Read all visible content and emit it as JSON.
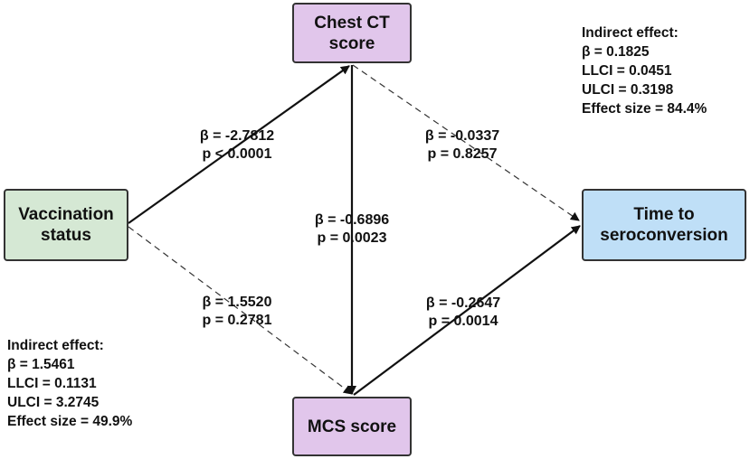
{
  "colors": {
    "vaccination_fill": "#d5e8d4",
    "chest_ct_fill": "#e1c6eb",
    "mcs_fill": "#e1c6eb",
    "time_fill": "#bfdff7",
    "border": "#333333",
    "solid_edge": "#111111",
    "dashed_edge": "#333333"
  },
  "nodes": {
    "vaccination": "Vaccination\nstatus",
    "chest_ct": "Chest CT\nscore",
    "mcs": "MCS score",
    "time": "Time to\nseroconversion"
  },
  "paths": {
    "vacc_to_ct": {
      "beta": "β = -2.7812",
      "p": "p < 0.0001",
      "style": "solid"
    },
    "ct_to_time": {
      "beta": "β = -0.0337",
      "p": "p = 0.8257",
      "style": "dashed"
    },
    "ct_to_mcs": {
      "beta": "β = -0.6896",
      "p": "p = 0.0023",
      "style": "solid"
    },
    "vacc_to_mcs": {
      "beta": "β = 1.5520",
      "p": "p = 0.2781",
      "style": "dashed"
    },
    "mcs_to_time": {
      "beta": "β = -0.2647",
      "p": "p = 0.0014",
      "style": "solid"
    }
  },
  "indirect_effects": {
    "ct_path": {
      "title": "Indirect effect:",
      "beta": "β = 0.1825",
      "llci": "LLCI = 0.0451",
      "ulci": "ULCI = 0.3198",
      "effect_size": "Effect size = 84.4%"
    },
    "mcs_path": {
      "title": "Indirect effect:",
      "beta": "β = 1.5461",
      "llci": "LLCI = 0.1131",
      "ulci": "ULCI = 3.2745",
      "effect_size": "Effect size = 49.9%"
    }
  }
}
